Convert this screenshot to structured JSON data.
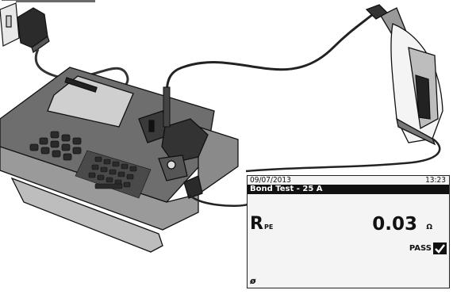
{
  "display": {
    "date": "09/07/2013",
    "time": "13:23",
    "title": "Bond Test - 25 A",
    "measurement_name": "R",
    "measurement_subscript": "PE",
    "value": "0.03",
    "unit": "Ω",
    "result": "PASS",
    "footer_symbol": "ø"
  }
}
